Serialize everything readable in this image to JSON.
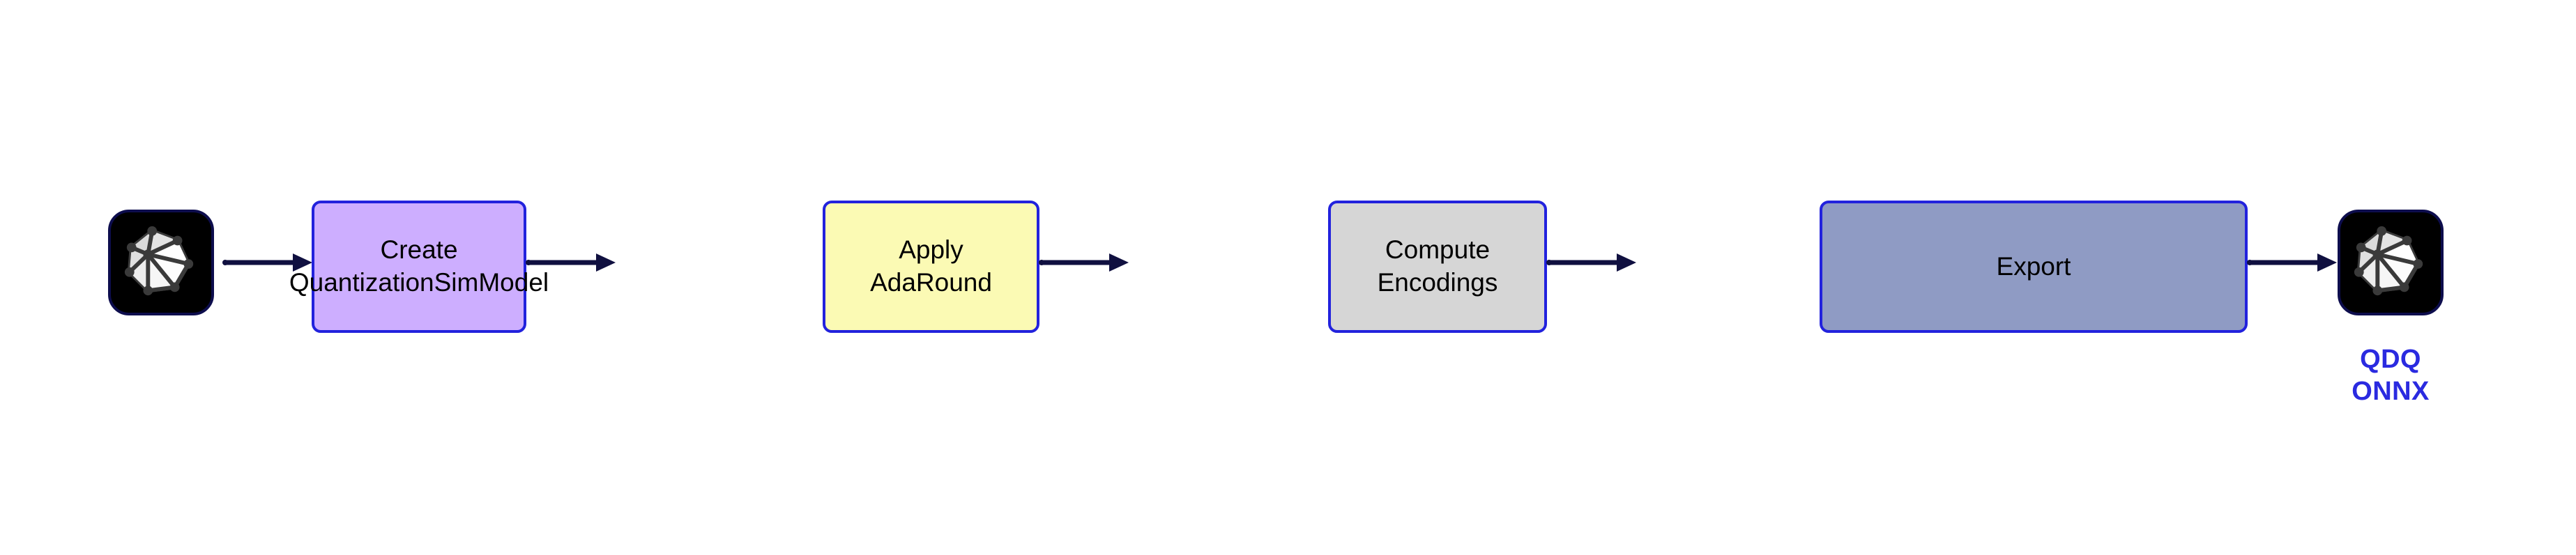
{
  "diagram": {
    "type": "flowchart",
    "orientation": "left-to-right",
    "background": "#ffffff",
    "input_node": {
      "icon": "onnx-model-icon",
      "caption": ""
    },
    "steps": [
      {
        "id": "create-quantization-sim-model",
        "label": "Create\nQuantizationSimModel",
        "fill": "#cdaeff",
        "border": "#2222dd",
        "text_color": "#000000"
      },
      {
        "id": "apply-adaround",
        "label": "Apply AdaRound",
        "fill": "#fbfab4",
        "border": "#2222dd",
        "text_color": "#000000"
      },
      {
        "id": "compute-encodings",
        "label": "Compute Encodings",
        "fill": "#d6d6d6",
        "border": "#2222dd",
        "text_color": "#000000"
      },
      {
        "id": "export",
        "label": "Export",
        "fill": "#8f9bc4",
        "border": "#2222dd",
        "text_color": "#000000"
      }
    ],
    "output_node": {
      "icon": "onnx-model-icon",
      "caption": "QDQ\nONNX",
      "caption_color": "#2a2ae0"
    },
    "connectors": {
      "count": 5,
      "style": "solid-arrow",
      "color": "#101040"
    }
  }
}
